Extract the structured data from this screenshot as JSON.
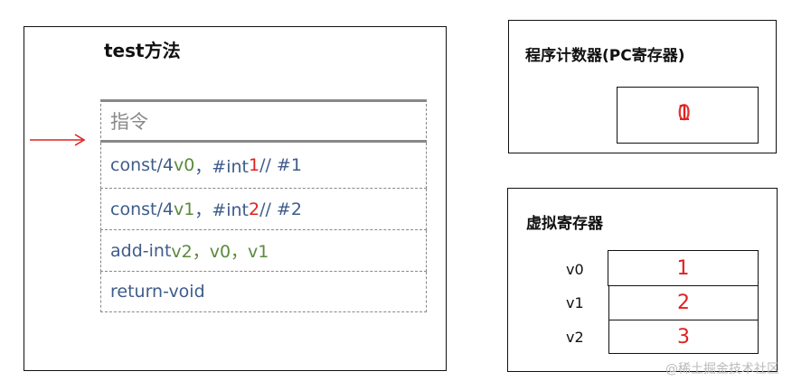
{
  "method": {
    "title": "test方法",
    "header": "指令",
    "instructions": [
      {
        "op": "const/4 ",
        "reg": "v0",
        "sep": "，#int ",
        "val": "1",
        "tail": " // #1"
      },
      {
        "op": "const/4 ",
        "reg": "v1",
        "sep": "，#int ",
        "val": "2",
        "tail": " // #2"
      },
      {
        "op": "add-int ",
        "reg": "v2，v0，v1"
      },
      {
        "op": "return-void"
      }
    ]
  },
  "pc": {
    "title": "程序计数器(PC寄存器)",
    "value_prev": "0",
    "value": "1"
  },
  "virtual_registers": {
    "title": "虚拟寄存器",
    "registers": [
      {
        "name": "v0",
        "value": "1"
      },
      {
        "name": "v1",
        "value": "2"
      },
      {
        "name": "v2",
        "value": "3"
      }
    ]
  },
  "watermark": "@稀土掘金技术社区",
  "colors": {
    "accent": "#e02020",
    "instruction": "#3e5c8a",
    "register": "#5a8a3c"
  }
}
